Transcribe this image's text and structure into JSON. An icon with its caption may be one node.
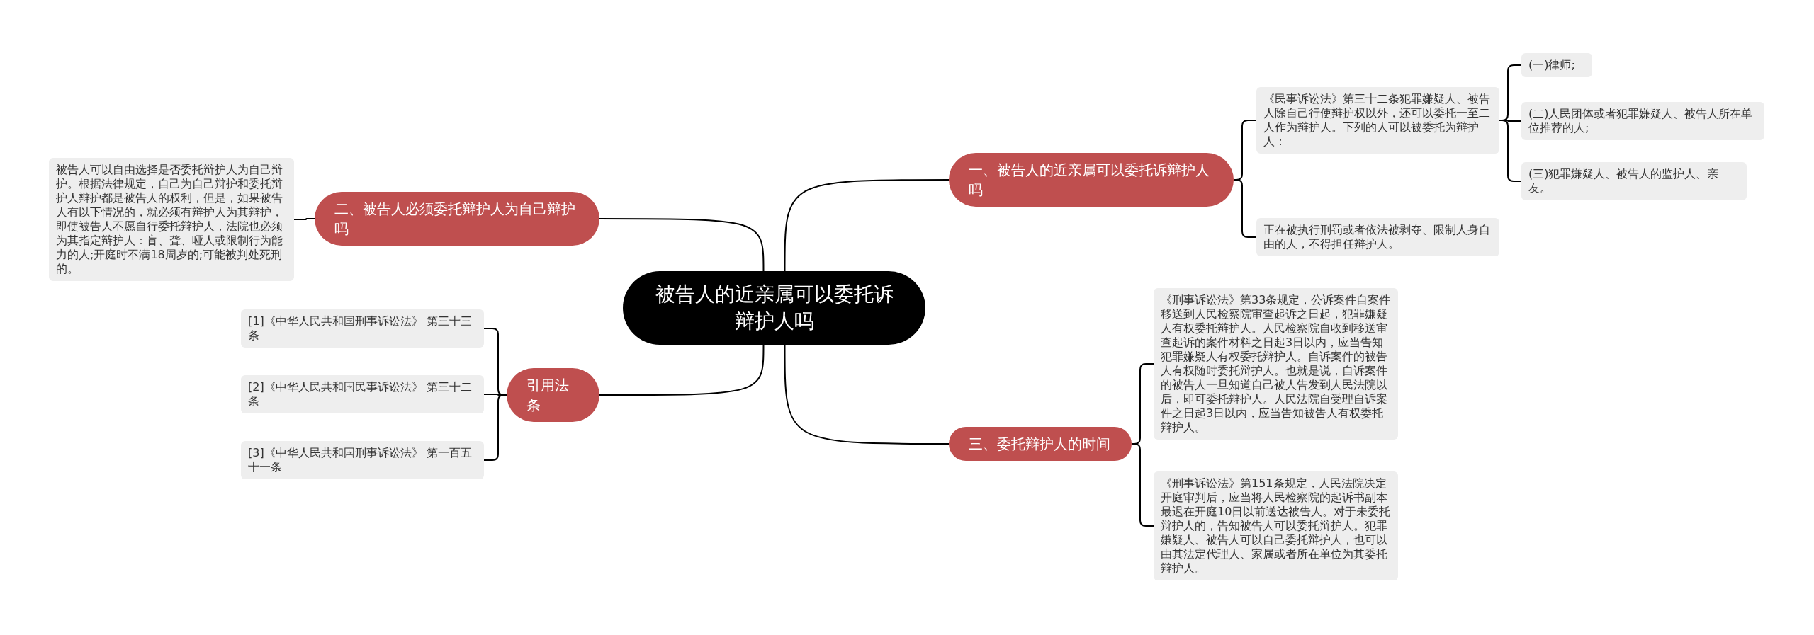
{
  "diagram": {
    "nodes": [
      {
        "text": [
          "被告人的近亲属可以委托诉辩护人吗"
        ]
      },
      {
        "text": [
          "一、被告人的近亲属可以委托诉辩护人吗"
        ]
      },
      {
        "text": [
          "《民事诉讼法》第三十二条犯罪嫌疑人、被告人除自己行使辩护权以外，还可以委托一至二人作为辩护人。下列的人可以被委托为辩护人："
        ]
      },
      {
        "text": [
          "(一)律师;"
        ]
      },
      {
        "text": [
          "(二)人民团体或者犯罪嫌疑人、被告人所在单位推荐的人;"
        ]
      },
      {
        "text": [
          "(三)犯罪嫌疑人、被告人的监护人、亲友。"
        ]
      },
      {
        "text": [
          "正在被执行刑罚或者依法被剥夺、限制人身自由的人，不得担任辩护人。"
        ]
      },
      {
        "text": [
          "二、被告人必须委托辩护人为自己辩护吗"
        ]
      },
      {
        "text": [
          "被告人可以自由选择是否委托辩护人为自己辩护。根据法律规定，自己为自己辩护和委托辩护人辩护都是被告人的权利，但是，如果被告人有以下情况的，就必须有辩护人为其辩护，即使被告人不愿自行委托辩护人，法院也必须为其指定辩护人：盲、聋、哑人或限制行为能力的人;开庭时不满18周岁的;可能被判处死刑的。"
        ]
      },
      {
        "text": [
          "三、委托辩护人的时间"
        ]
      },
      {
        "text": [
          "《刑事诉讼法》第33条规定，公诉案件自案件移送到人民检察院审查起诉之日起，犯罪嫌疑人有权委托辩护人。人民检察院自收到移送审查起诉的案件材料之日起3日以内，应当告知犯罪嫌疑人有权委托辩护人。自诉案件的被告人有权随时委托辩护人。也就是说，自诉案件的被告人一旦知道自己被人告发到人民法院以后，即可委托辩护人。人民法院自受理自诉案件之日起3日以内，应当告知被告人有权委托辩护人。"
        ]
      },
      {
        "text": [
          "《刑事诉讼法》第151条规定，人民法院决定开庭审判后，应当将人民检察院的起诉书副本最迟在开庭10日以前送达被告人。对于未委托辩护人的，告知被告人可以委托辩护人。犯罪嫌疑人、被告人可以自己委托辩护人，也可以由其法定代理人、家属或者所在单位为其委托辩护人。"
        ]
      },
      {
        "text": [
          "引用法条"
        ]
      },
      {
        "text": [
          "[1]《中华人民共和国刑事诉讼法》 第三十三条"
        ]
      },
      {
        "text": [
          "[2]《中华人民共和国民事诉讼法》 第三十二条"
        ]
      },
      {
        "text": [
          "[3]《中华人民共和国刑事诉讼法》 第一百五十一条"
        ]
      }
    ],
    "edges": [
      {
        "from": 0,
        "to": 1,
        "arrow": "none"
      },
      {
        "from": 1,
        "to": 2,
        "arrow": "none"
      },
      {
        "from": 2,
        "to": 3,
        "arrow": "none"
      },
      {
        "from": 2,
        "to": 4,
        "arrow": "none"
      },
      {
        "from": 2,
        "to": 5,
        "arrow": "none"
      },
      {
        "from": 1,
        "to": 6,
        "arrow": "none"
      },
      {
        "from": 0,
        "to": 7,
        "arrow": "none"
      },
      {
        "from": 7,
        "to": 8,
        "arrow": "none"
      },
      {
        "from": 0,
        "to": 9,
        "arrow": "none"
      },
      {
        "from": 9,
        "to": 10,
        "arrow": "none"
      },
      {
        "from": 9,
        "to": 11,
        "arrow": "none"
      },
      {
        "from": 0,
        "to": 12,
        "arrow": "none"
      },
      {
        "from": 12,
        "to": 13,
        "arrow": "none"
      },
      {
        "from": 12,
        "to": 14,
        "arrow": "none"
      },
      {
        "from": 12,
        "to": 15,
        "arrow": "none"
      }
    ]
  }
}
